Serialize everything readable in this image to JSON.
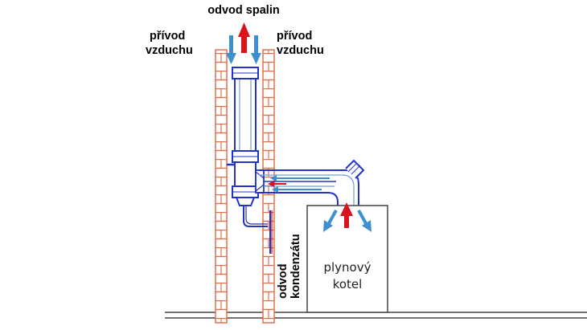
{
  "labels": {
    "flue_outlet": "odvod spalin",
    "air_intake_left": [
      "přívod",
      "vzduchu"
    ],
    "air_intake_right": [
      "přívod",
      "vzduchu"
    ],
    "condensate_drain": [
      "odvod",
      "kondenzátu"
    ],
    "boiler": [
      "plynový",
      "kotel"
    ]
  },
  "colors": {
    "brick": "#e0704a",
    "pipe": "#2233cc",
    "pipe_light": "#6fa0d8",
    "hot_arrow": "#d9121b",
    "cold_arrow": "#3d8fd0",
    "outline": "#444444"
  }
}
